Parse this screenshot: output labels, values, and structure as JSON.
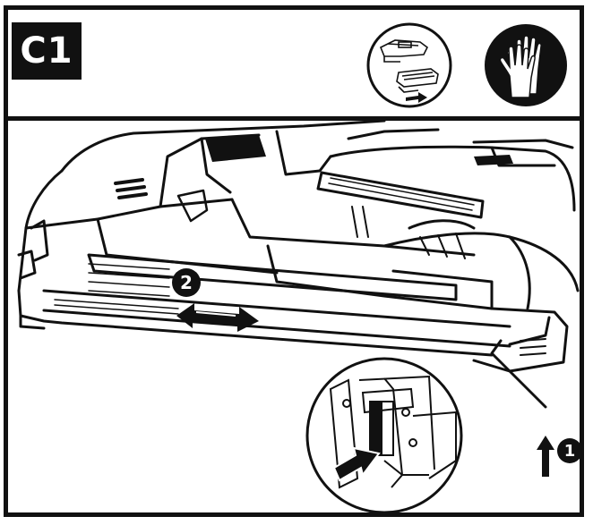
{
  "step": {
    "label": "C1"
  },
  "callouts": {
    "one": "1",
    "two": "2"
  },
  "icons": {
    "preview": "tool-slide-preview-icon",
    "gloves": "gloves-icon",
    "arrow_up": "arrow-up-icon",
    "arrow_double": "double-arrow-icon",
    "arrow_push": "push-arrow-icon"
  },
  "colors": {
    "ink": "#111111",
    "paper": "#ffffff"
  }
}
